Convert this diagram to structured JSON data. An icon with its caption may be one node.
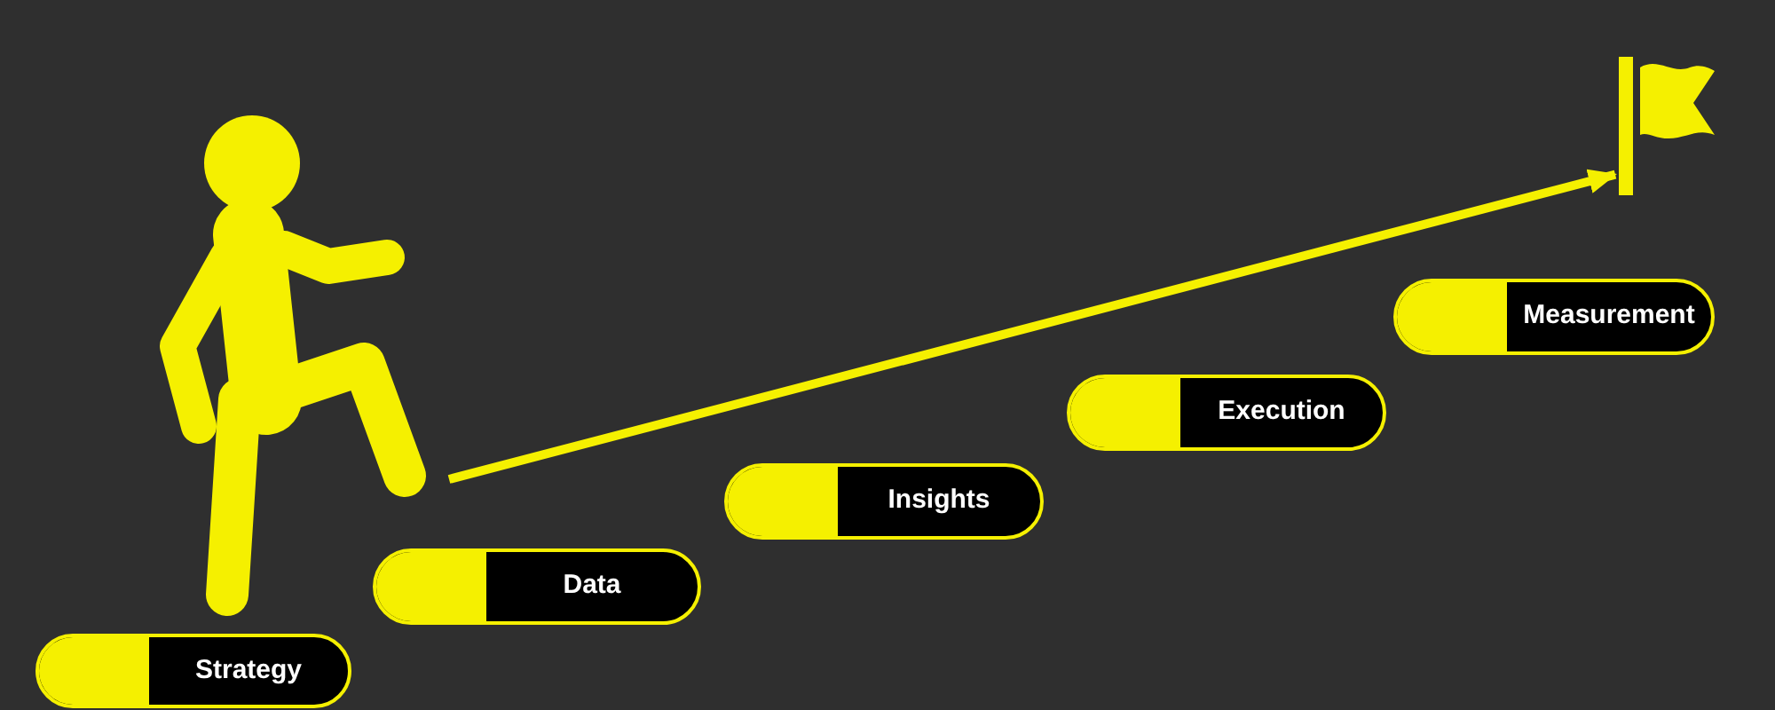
{
  "diagram": {
    "nodes": [
      {
        "text": [
          "Strategy"
        ]
      },
      {
        "text": [
          "Data"
        ]
      },
      {
        "text": [
          "Insights"
        ]
      },
      {
        "text": [
          "Execution"
        ]
      },
      {
        "text": [
          "Measurement"
        ]
      },
      {
        "text": [],
        "shape": "picture"
      }
    ],
    "edges": [
      {
        "from": null,
        "to": 5,
        "arrow": "to"
      }
    ]
  }
}
